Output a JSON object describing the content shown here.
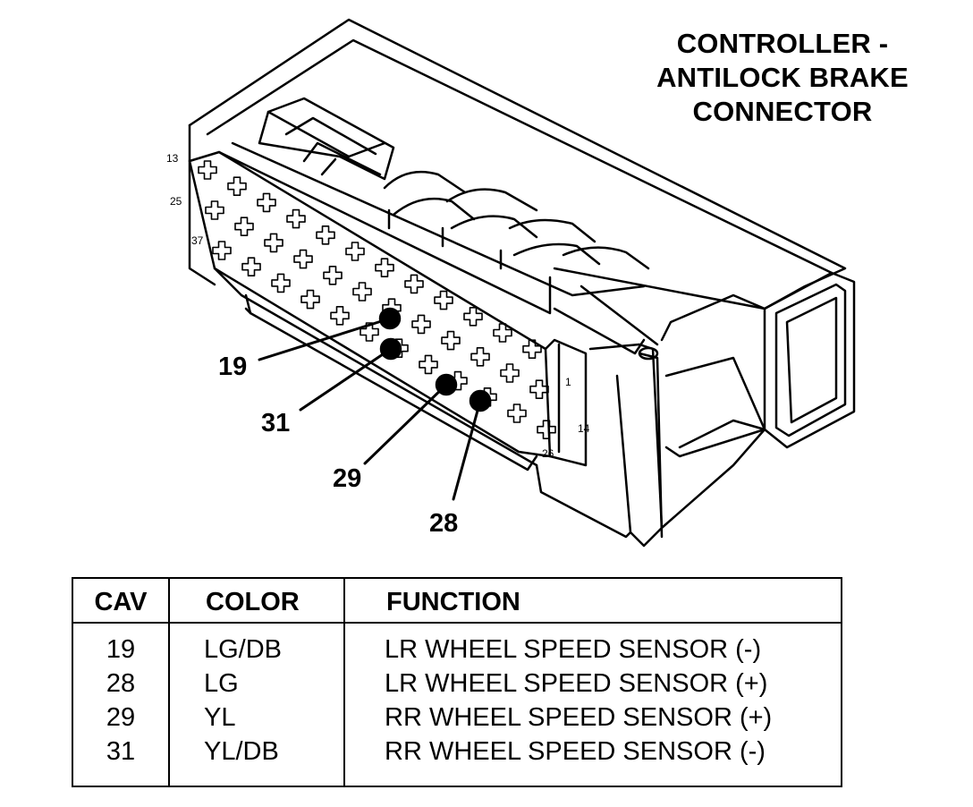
{
  "title": {
    "line1": "CONTROLLER -",
    "line2": "ANTILOCK BRAKE",
    "line3": "CONNECTOR"
  },
  "connector": {
    "end_labels": {
      "left_top": "13",
      "left_mid": "25",
      "left_bottom": "37",
      "right_top": "1",
      "right_mid": "14",
      "right_bottom": "26"
    },
    "callouts": [
      "19",
      "31",
      "29",
      "28"
    ]
  },
  "table": {
    "headers": {
      "cav": "CAV",
      "color": "COLOR",
      "function": "FUNCTION"
    },
    "rows": [
      {
        "cav": "19",
        "color": "LG/DB",
        "function": "LR WHEEL SPEED SENSOR (-)"
      },
      {
        "cav": "28",
        "color": "LG",
        "function": "LR WHEEL SPEED SENSOR (+)"
      },
      {
        "cav": "29",
        "color": "YL",
        "function": "RR WHEEL SPEED SENSOR (+)"
      },
      {
        "cav": "31",
        "color": "YL/DB",
        "function": "RR WHEEL SPEED SENSOR (-)"
      }
    ]
  }
}
